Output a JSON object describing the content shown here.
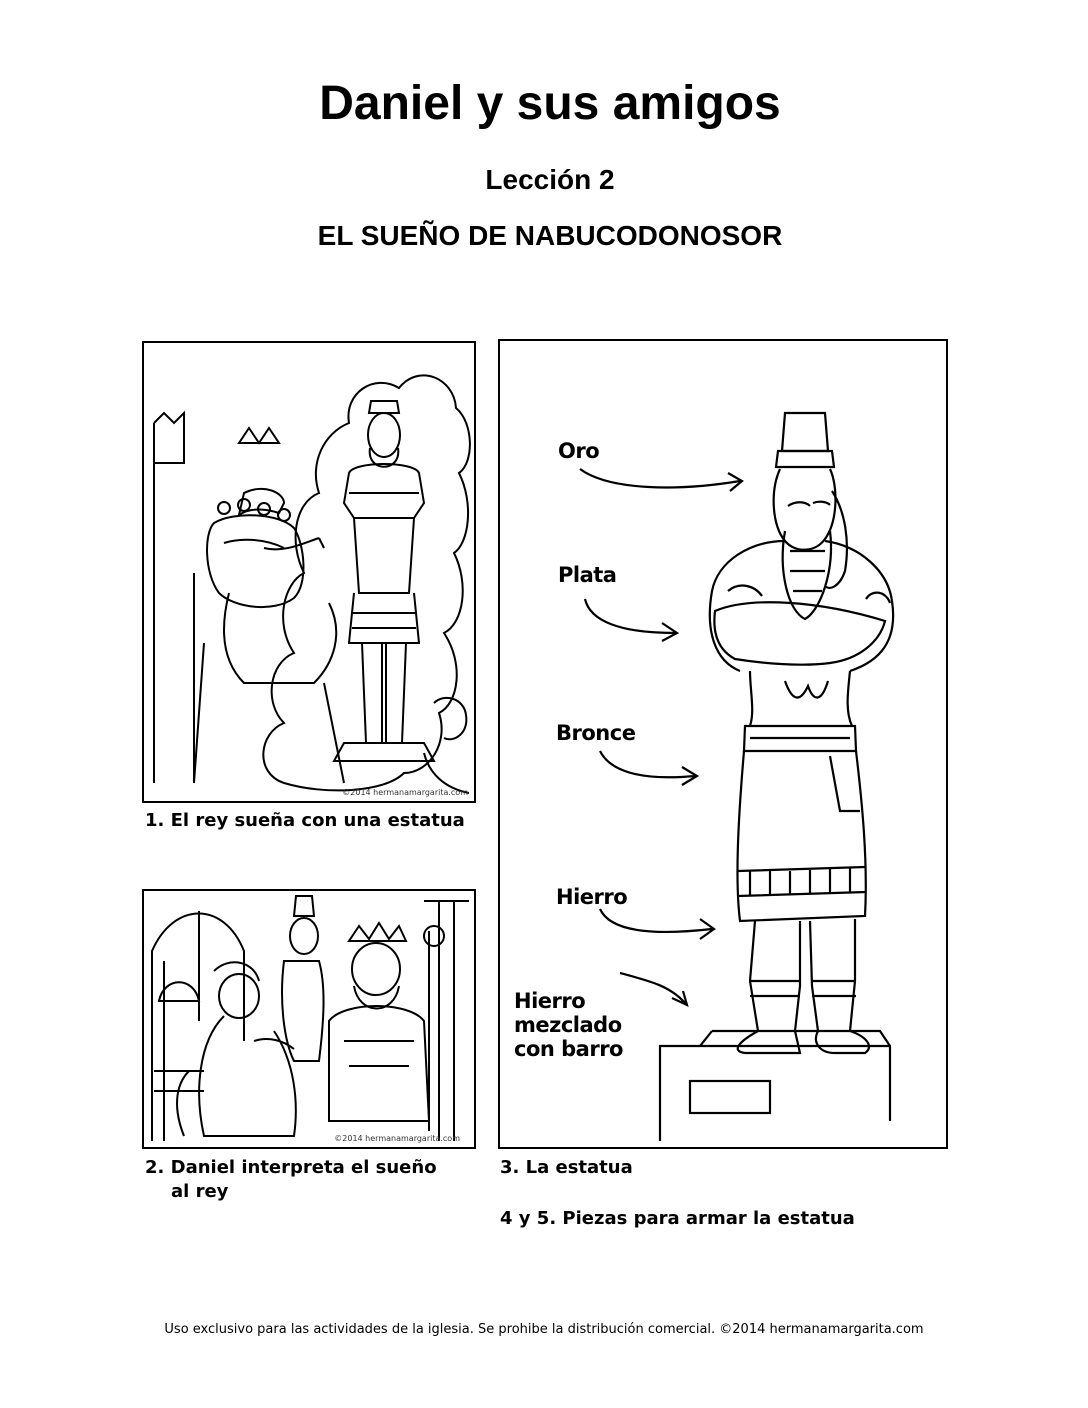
{
  "header": {
    "title": "Daniel y sus amigos",
    "lesson": "Lección 2",
    "subtitle": "EL SUEÑO DE NABUCODONOSOR"
  },
  "panels": {
    "panel1": {
      "caption": "1. El rey sueña con una estatua",
      "copyright": "©2014 hermanamargarita.com"
    },
    "panel2": {
      "caption_line1": "2. Daniel interpreta el sueño",
      "caption_line2": "al rey",
      "copyright": "©2014 hermanamargarita.com"
    },
    "panel3": {
      "caption": "3. La estatua"
    },
    "extra_caption": "4 y 5. Piezas para armar la estatua"
  },
  "statue_labels": {
    "gold": "Oro",
    "silver": "Plata",
    "bronze": "Bronce",
    "iron": "Hierro",
    "iron_clay_line1": "Hierro",
    "iron_clay_line2": "mezclado",
    "iron_clay_line3": "con barro"
  },
  "footer": {
    "text": "Uso exclusivo para las actividades de la iglesia. Se prohibe la distribución comercial. ©2014 hermanamargarita.com"
  }
}
